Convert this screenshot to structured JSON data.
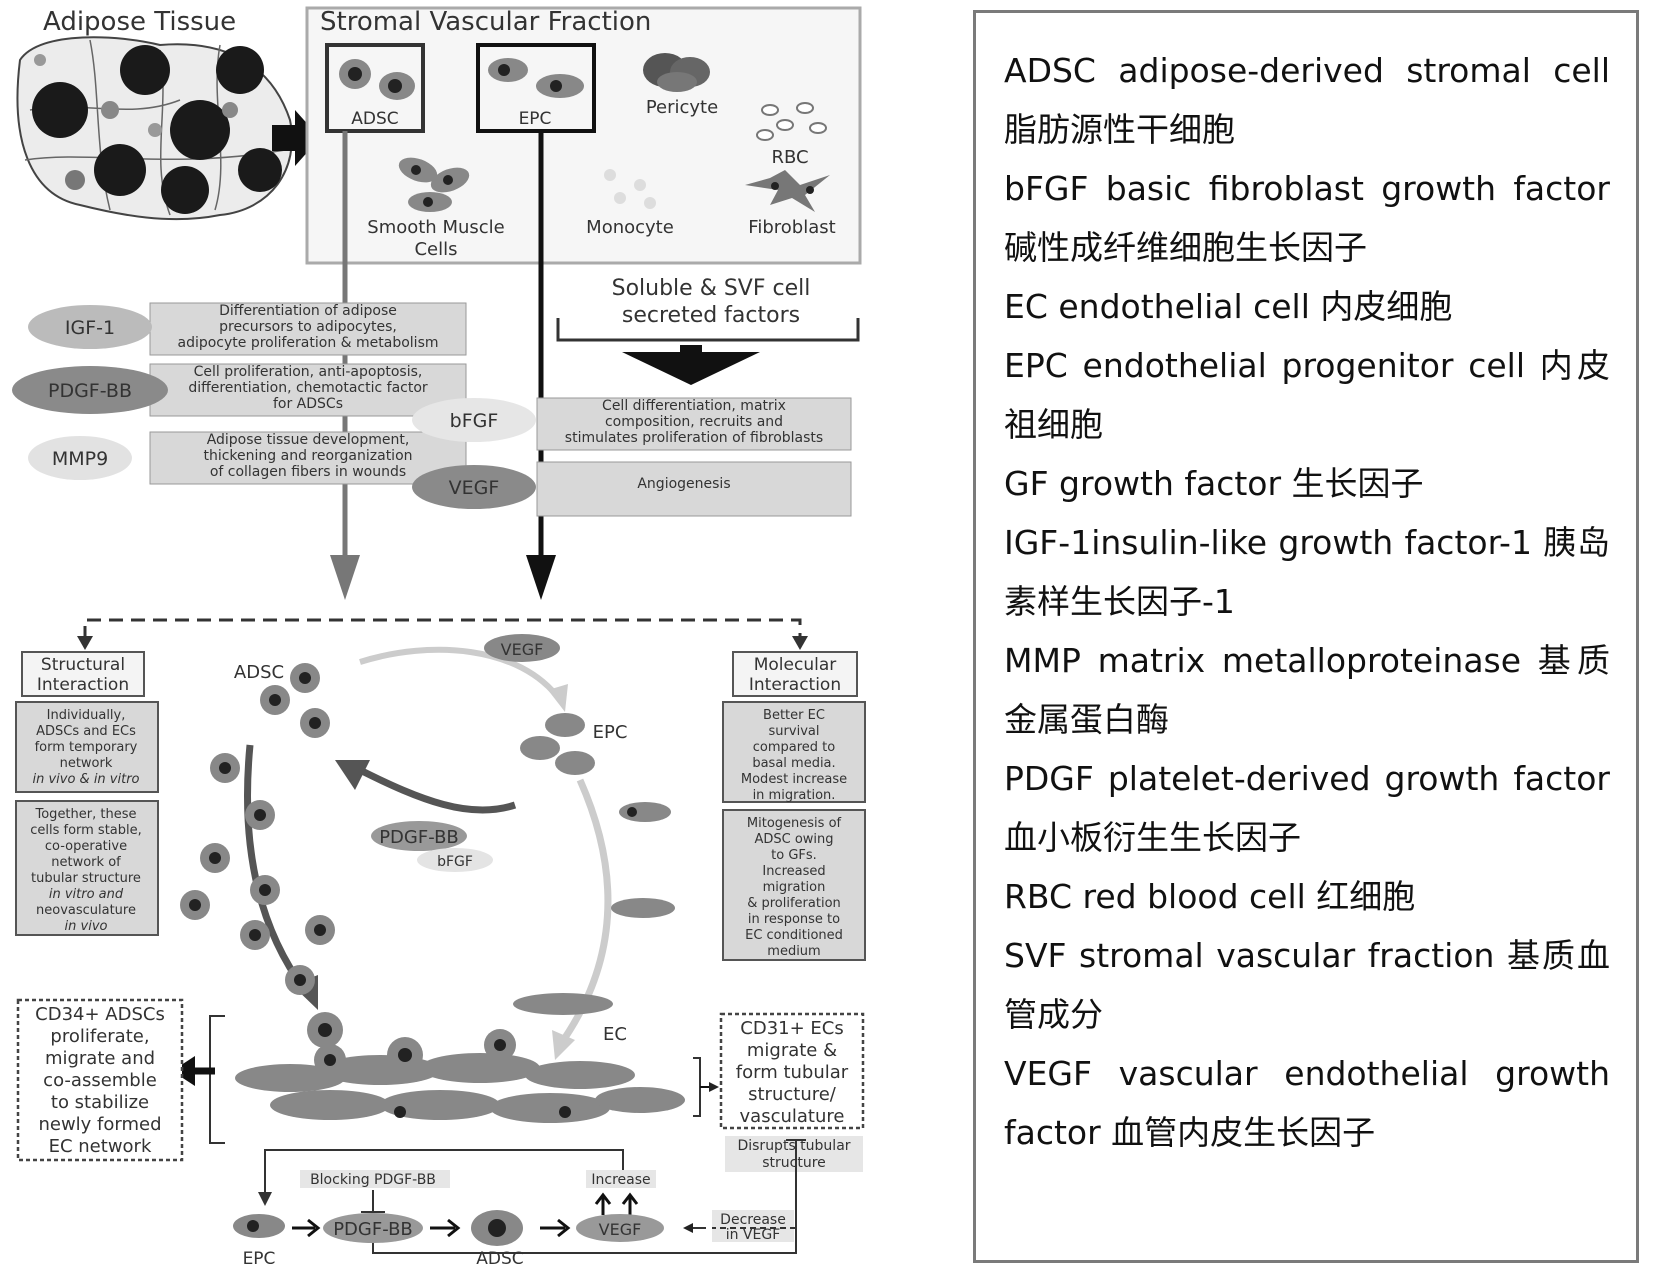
{
  "diagram": {
    "adipose_tissue": "Adipose Tissue",
    "svf_title": "Stromal Vascular Fraction",
    "cells": {
      "adsc": "ADSC",
      "epc": "EPC",
      "pericyte": "Pericyte",
      "rbc": "RBC",
      "smooth_muscle_1": "Smooth Muscle",
      "smooth_muscle_2": "Cells",
      "monocyte": "Monocyte",
      "fibroblast": "Fibroblast"
    },
    "soluble_1": "Soluble & SVF cell",
    "soluble_2": "secreted factors",
    "factors_left": [
      {
        "name": "IGF-1",
        "lines": [
          "Differentiation of adipose",
          "precursors to adipocytes,",
          "adipocyte proliferation & metabolism"
        ]
      },
      {
        "name": "PDGF-BB",
        "lines": [
          "Cell proliferation, anti-apoptosis,",
          "differentiation, chemotactic factor",
          "for ADSCs"
        ]
      },
      {
        "name": "MMP9",
        "lines": [
          "Adipose tissue development,",
          "thickening and reorganization",
          "of collagen fibers in wounds"
        ]
      }
    ],
    "factors_right": [
      {
        "name": "bFGF",
        "lines": [
          "Cell differentiation, matrix",
          "composition, recruits and",
          "stimulates proliferation of fibroblasts"
        ]
      },
      {
        "name": "VEGF",
        "lines": [
          "Angiogenesis"
        ]
      }
    ],
    "structural_title": [
      "Structural",
      "Interaction"
    ],
    "structural_box1": [
      "Individually,",
      "ADSCs and ECs",
      "form temporary",
      "network",
      "in vivo & in vitro"
    ],
    "structural_box2": [
      "Together, these",
      "cells form stable,",
      "co-operative",
      "network of",
      "tubular structure",
      "in vitro and",
      "neovasculature",
      "in vivo"
    ],
    "molecular_title": [
      "Molecular",
      "Interaction"
    ],
    "molecular_box1": [
      "Better EC",
      "survival",
      "compared to",
      "basal media.",
      "Modest increase",
      "in migration."
    ],
    "molecular_box2": [
      "Mitogenesis of",
      "ADSC owing",
      "to GFs.",
      "Increased",
      "migration",
      "& proliferation",
      "in response to",
      "EC conditioned",
      "medium"
    ],
    "cycle": {
      "adsc": "ADSC",
      "epc": "EPC",
      "vegf": "VEGF",
      "pdgf": "PDGF-BB",
      "bfgf": "bFGF",
      "ec": "EC"
    },
    "cd34_box": [
      "CD34+ ADSCs",
      "proliferate,",
      "migrate and",
      "co-assemble",
      "to stabilize",
      "newly formed",
      "EC network"
    ],
    "cd31_box": [
      "CD31+ ECs",
      "migrate &",
      "form tubular",
      "structure/",
      "vasculature"
    ],
    "disrupts": [
      "Disrupts tubular",
      "structure"
    ],
    "bottom": {
      "blocking": "Blocking PDGF-BB",
      "increase": "Increase",
      "decrease": [
        "Decrease",
        "in VEGF"
      ],
      "epc": "EPC",
      "pdgf": "PDGF-BB",
      "adsc": "ADSC",
      "vegf": "VEGF"
    }
  },
  "glossary": [
    "ADSC adipose-derived stromal cell 脂肪源性干细胞",
    "bFGF basic fibroblast growth factor 碱性成纤维细胞生长因子",
    "EC endothelial cell 内皮细胞",
    "EPC endothelial progenitor cell 内皮祖细胞",
    "GF growth factor 生长因子",
    "IGF-1insulin-like growth factor-1 胰岛素样生长因子-1",
    "MMP matrix metalloproteinase 基质金属蛋白酶",
    "PDGF platelet-derived growth factor 血小板衍生生长因子",
    "RBC red blood cell 红细胞",
    "SVF stromal vascular fraction 基质血管成分",
    "VEGF vascular endothelial growth factor 血管内皮生长因子"
  ]
}
